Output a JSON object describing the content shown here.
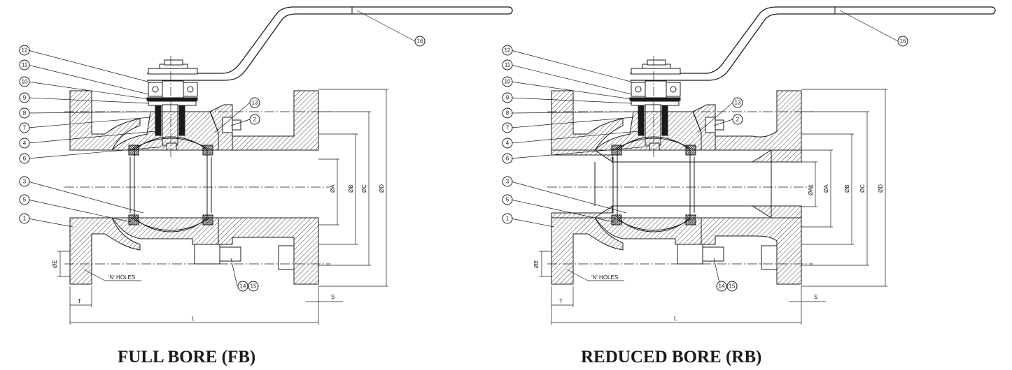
{
  "captions": {
    "full_bore": "FULL BORE (FB)",
    "reduced_bore": "REDUCED BORE (RB)"
  },
  "callouts": [
    "1",
    "2",
    "3",
    "4",
    "5",
    "6",
    "7",
    "8",
    "9",
    "10",
    "11",
    "12",
    "13",
    "14",
    "15",
    "16"
  ],
  "dimensions": {
    "dia_a": "ØA",
    "dia_a1": "ØA1",
    "dia_b": "ØB",
    "dia_c": "ØC",
    "dia_d": "ØD",
    "dia_e": "ØE",
    "thickness": "T",
    "length": "L",
    "raised_face": "S",
    "holes_note": "'N' HOLES"
  }
}
